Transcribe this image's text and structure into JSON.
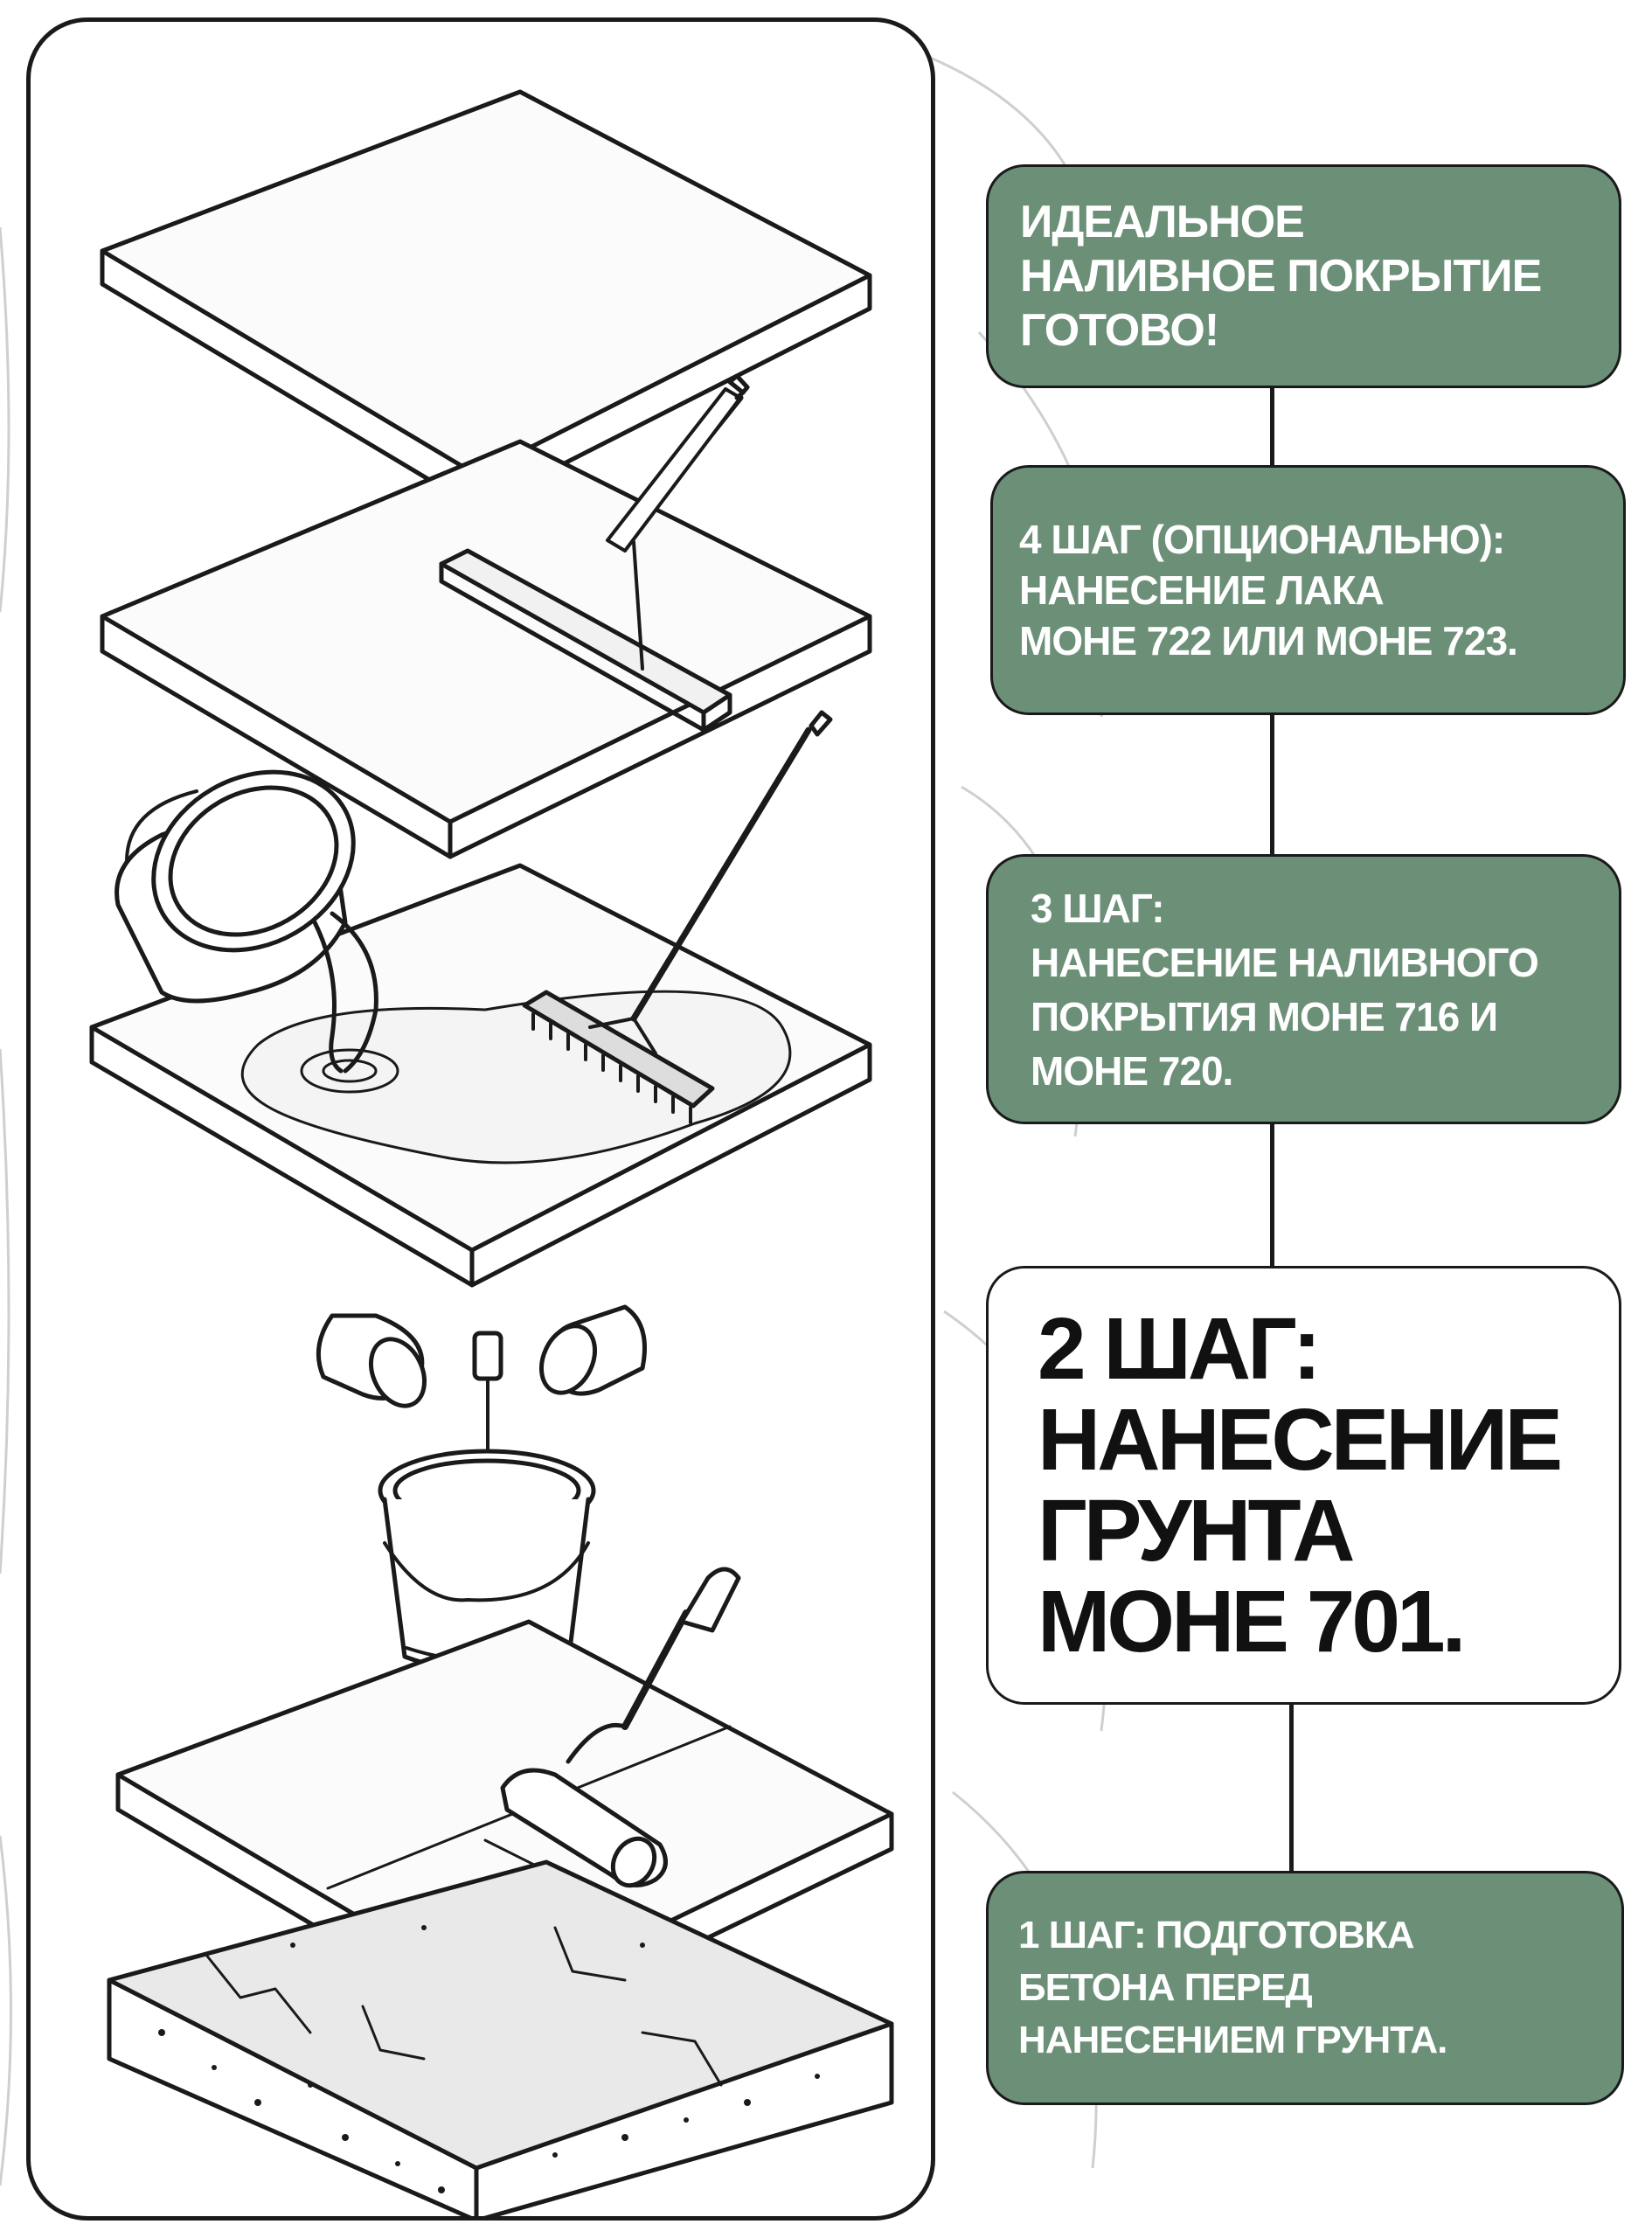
{
  "colors": {
    "accent_green": "#6b8f77",
    "text_on_green": "#ffffff",
    "outline": "#1a1a1a",
    "highlight_box": "#ffffff"
  },
  "steps": {
    "final": {
      "lines": [
        "ИДЕАЛЬНОЕ",
        "НАЛИВНОЕ ПОКРЫТИЕ",
        "ГОТОВО!"
      ]
    },
    "step4": {
      "lines": [
        "4 ШАГ (ОПЦИОНАЛЬНО):",
        "НАНЕСЕНИЕ ЛАКА",
        "MOHE 722 ИЛИ MOHE 723."
      ]
    },
    "step3": {
      "lines": [
        "3 ШАГ:",
        "НАНЕСЕНИЕ  НАЛИВНОГО",
        "ПОКРЫТИЯ  MOHE 716 И",
        "MOHE 720."
      ]
    },
    "step2": {
      "lines": [
        "2 ШАГ:",
        "НАНЕСЕНИЕ",
        "ГРУНТА",
        "MOHE 701."
      ]
    },
    "step1": {
      "lines": [
        "1 ШАГ: ПОДГОТОВКА",
        "БЕТОНА ПЕРЕД",
        "НАНЕСЕНИЕМ ГРУНТА."
      ]
    }
  },
  "illustration": {
    "layers": [
      "finished-floor",
      "varnish-layer",
      "self-leveling-layer",
      "primer-layer",
      "concrete-base"
    ],
    "tools": [
      "squeegee",
      "bucket-pour",
      "spike-rake",
      "mixer-drill",
      "paint-bucket",
      "paint-roller"
    ]
  }
}
